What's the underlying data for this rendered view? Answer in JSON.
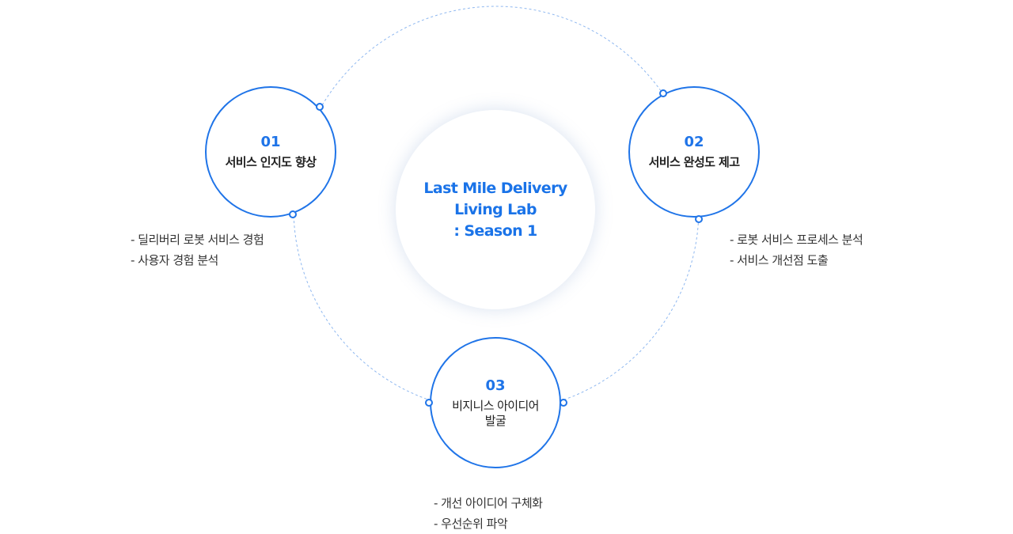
{
  "colors": {
    "accent": "#1f74e8",
    "ring": "#8fb8f0",
    "text": "#333333"
  },
  "center": {
    "title": "Last Mile Delivery\nLiving Lab\n: Season 1"
  },
  "steps": [
    {
      "number": "01",
      "label": "서비스 인지도 향상",
      "bullets": [
        "- 딜리버리 로봇 서비스 경험",
        "- 사용자 경험 분석"
      ]
    },
    {
      "number": "02",
      "label": "서비스 완성도 제고",
      "bullets": [
        "- 로봇 서비스 프로세스 분석",
        "- 서비스 개선점 도출"
      ]
    },
    {
      "number": "03",
      "label": "비지니스 아이디어\n발굴",
      "bullets": [
        "- 개선 아이디어 구체화",
        "- 우선순위 파악"
      ]
    }
  ]
}
